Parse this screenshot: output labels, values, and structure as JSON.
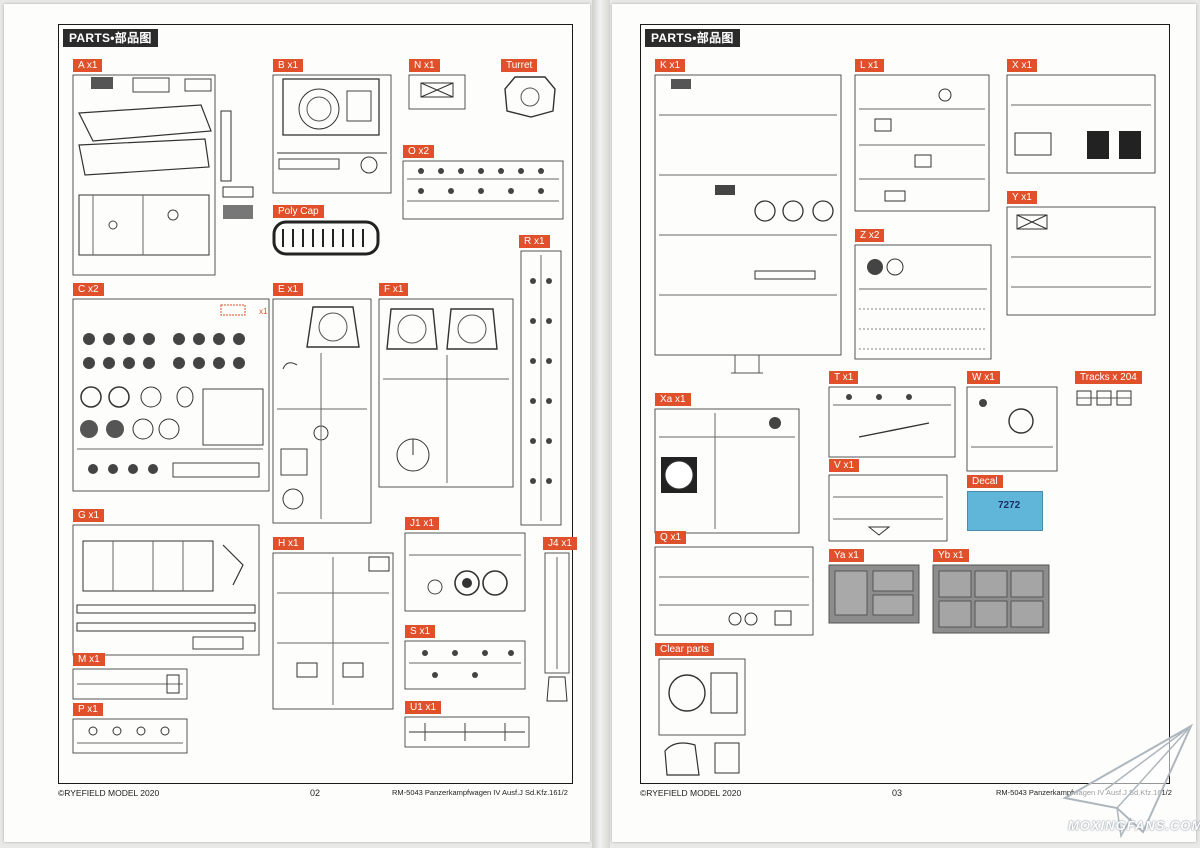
{
  "header": {
    "title": "PARTS",
    "subtitle": "部品图"
  },
  "left_page": {
    "footer_left": "©RYEFIELD MODEL 2020",
    "page_number": "02",
    "footer_right": "RM-5043 Panzerkampfwagen IV Ausf.J Sd.Kfz.161/2",
    "sprues": [
      {
        "id": "A",
        "label": "A x1"
      },
      {
        "id": "B",
        "label": "B x1"
      },
      {
        "id": "N",
        "label": "N x1"
      },
      {
        "id": "Turret",
        "label": "Turret"
      },
      {
        "id": "O",
        "label": "O x2"
      },
      {
        "id": "PolyCap",
        "label": "Poly Cap"
      },
      {
        "id": "C",
        "label": "C x2"
      },
      {
        "id": "E",
        "label": "E x1"
      },
      {
        "id": "F",
        "label": "F x1"
      },
      {
        "id": "R",
        "label": "R x1"
      },
      {
        "id": "G",
        "label": "G x1"
      },
      {
        "id": "H",
        "label": "H x1"
      },
      {
        "id": "J1",
        "label": "J1 x1"
      },
      {
        "id": "J4",
        "label": "J4 x1"
      },
      {
        "id": "S",
        "label": "S x1"
      },
      {
        "id": "M",
        "label": "M x1"
      },
      {
        "id": "P",
        "label": "P x1"
      },
      {
        "id": "U1",
        "label": "U1 x1"
      }
    ],
    "c_inset_note": "x1"
  },
  "right_page": {
    "footer_left": "©RYEFIELD MODEL 2020",
    "page_number": "03",
    "footer_right": "RM-5043 Panzerkampfwagen IV Ausf.J Sd.Kfz.161/2",
    "sprues": [
      {
        "id": "K",
        "label": "K x1"
      },
      {
        "id": "L",
        "label": "L x1"
      },
      {
        "id": "X",
        "label": "X x1"
      },
      {
        "id": "Y",
        "label": "Y x1"
      },
      {
        "id": "Z",
        "label": "Z x2"
      },
      {
        "id": "Xa",
        "label": "Xa x1"
      },
      {
        "id": "T",
        "label": "T x1"
      },
      {
        "id": "W",
        "label": "W x1"
      },
      {
        "id": "Tracks",
        "label": "Tracks x 204"
      },
      {
        "id": "V",
        "label": "V x1"
      },
      {
        "id": "Decal",
        "label": "Decal"
      },
      {
        "id": "Q",
        "label": "Q x1"
      },
      {
        "id": "Ya",
        "label": "Ya x1"
      },
      {
        "id": "Yb",
        "label": "Yb x1"
      },
      {
        "id": "Clear",
        "label": "Clear parts"
      }
    ],
    "decal_text": "7272"
  },
  "watermark": {
    "text": "MOXINGFANS.COM",
    "icon": "paper-plane-logo-icon"
  },
  "colors": {
    "label_bg": "#e0502b",
    "header_bg": "#2b2b2b",
    "decal_bg": "#5fb6d9",
    "etch_bg": "#8d8d8d"
  }
}
